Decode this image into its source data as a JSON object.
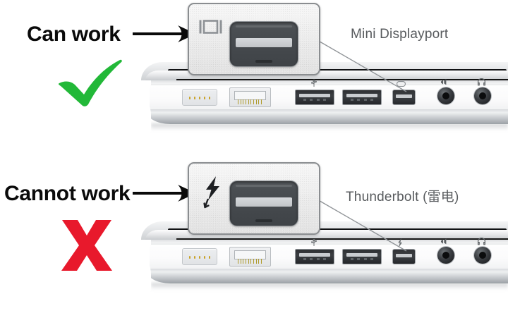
{
  "diagram": {
    "title": "Mini DisplayPort vs Thunderbolt port comparison",
    "colors": {
      "check_green": "#22b838",
      "cross_red": "#e8192c",
      "verdict_text": "#0a0a0a",
      "side_label_text": "#575a5d",
      "arrow": "#0a0a0a",
      "leader_line": "#8f9397",
      "callout_border": "#8a8d90"
    }
  },
  "panels": [
    {
      "id": "top",
      "verdict": "Can work",
      "mark": "green-check",
      "mark_name": "check-mark-icon",
      "port_label": "Mini Displayport",
      "badge_icon": "display-rectangle-icon",
      "badge_name": "mini-displayport-symbol-icon",
      "arrow": "arrow-right",
      "ports": [
        {
          "name": "magsafe-power-port",
          "label": "MagSafe"
        },
        {
          "name": "ethernet-port",
          "label": "Ethernet"
        },
        {
          "name": "usb-port-1",
          "label": "USB"
        },
        {
          "name": "usb-port-2",
          "label": "USB"
        },
        {
          "name": "mini-displayport-port",
          "label": "Mini DisplayPort"
        },
        {
          "name": "audio-in-jack",
          "label": "Audio In"
        },
        {
          "name": "headphone-jack",
          "label": "Headphone"
        }
      ]
    },
    {
      "id": "bottom",
      "verdict": "Cannot work",
      "mark": "red-cross",
      "mark_name": "cross-mark-icon",
      "port_label": "Thunderbolt (雷电)",
      "badge_icon": "lightning-bolt-icon",
      "badge_name": "thunderbolt-symbol-icon",
      "arrow": "arrow-right",
      "ports": [
        {
          "name": "magsafe-power-port",
          "label": "MagSafe"
        },
        {
          "name": "ethernet-port",
          "label": "Ethernet"
        },
        {
          "name": "usb-port-1",
          "label": "USB"
        },
        {
          "name": "usb-port-2",
          "label": "USB"
        },
        {
          "name": "thunderbolt-port",
          "label": "Thunderbolt"
        },
        {
          "name": "audio-in-jack",
          "label": "Audio In"
        },
        {
          "name": "headphone-jack",
          "label": "Headphone"
        }
      ]
    }
  ]
}
